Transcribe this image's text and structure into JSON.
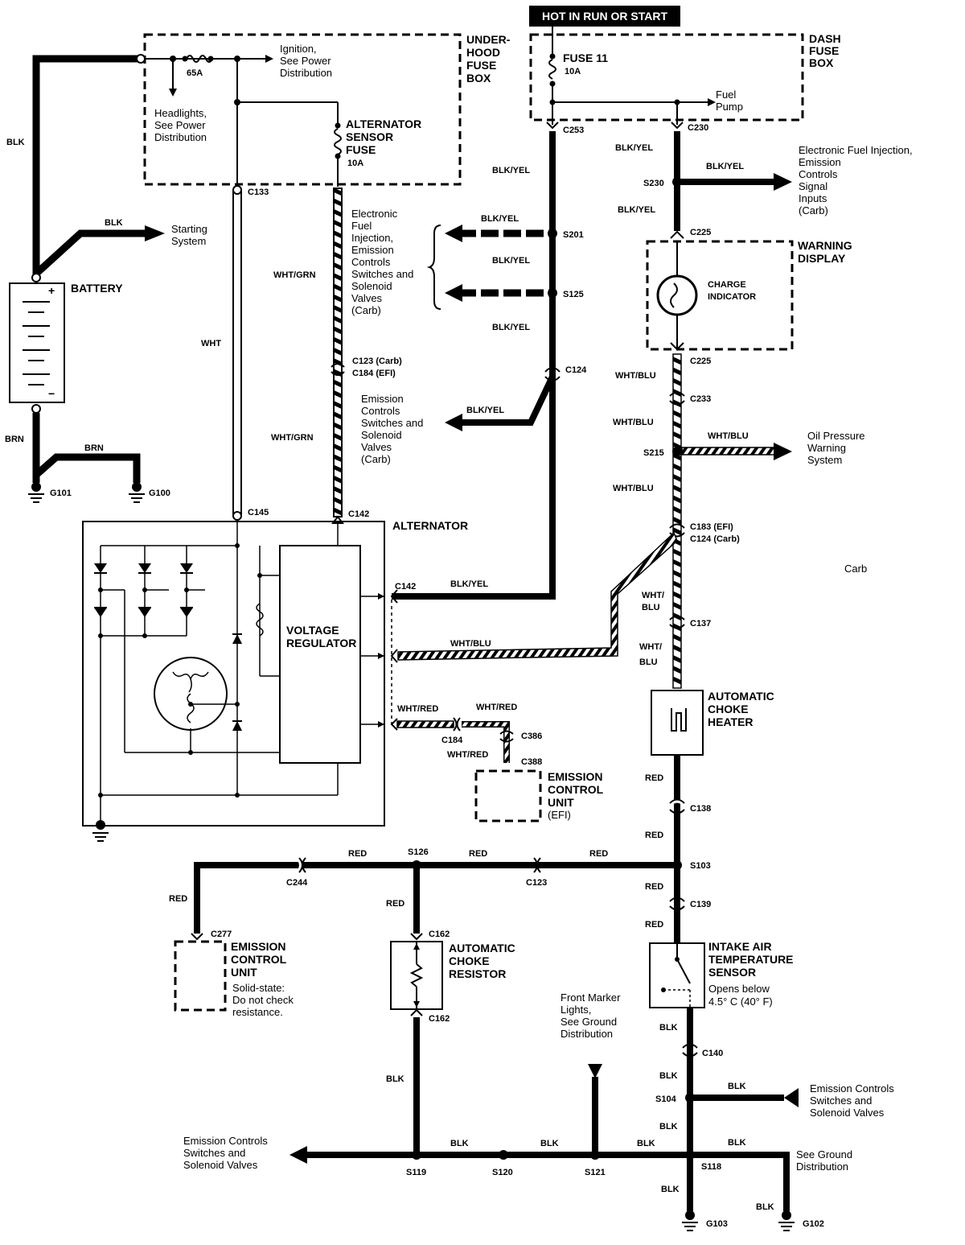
{
  "header": {
    "hot_in_run": "HOT IN RUN OR START"
  },
  "boxes": {
    "underhood": [
      "UNDER-",
      "HOOD",
      "FUSE",
      "BOX"
    ],
    "dash": [
      "DASH",
      "FUSE",
      "BOX"
    ],
    "warning_display": [
      "WARNING",
      "DISPLAY"
    ],
    "charge_indicator": [
      "CHARGE",
      "INDICATOR"
    ],
    "alternator": "ALTERNATOR",
    "voltage_regulator": [
      "VOLTAGE",
      "REGULATOR"
    ],
    "battery": "BATTERY",
    "auto_choke_heater": [
      "AUTOMATIC",
      "CHOKE",
      "HEATER"
    ],
    "ecu_efi": [
      "EMISSION",
      "CONTROL",
      "UNIT",
      "(EFI)"
    ],
    "ecu_277": [
      "EMISSION",
      "CONTROL",
      "UNIT"
    ],
    "ecu_277_note": [
      "Solid-state:",
      "Do not check",
      "resistance."
    ],
    "choke_resistor": [
      "AUTOMATIC",
      "CHOKE",
      "RESISTOR"
    ],
    "iat_sensor": [
      "INTAKE AIR",
      "TEMPERATURE",
      "SENSOR"
    ],
    "iat_note": [
      "Opens below",
      "4.5°  C (40°  F)"
    ]
  },
  "fuses": {
    "f65": "65A",
    "alt_sensor": [
      "ALTERNATOR",
      "SENSOR",
      "FUSE",
      "10A"
    ],
    "fuse11": "FUSE 11",
    "fuse11_amp": "10A"
  },
  "notes": {
    "ignition": [
      "Ignition,",
      "See Power",
      "Distribution"
    ],
    "headlights": [
      "Headlights,",
      "See Power",
      "Distribution"
    ],
    "starting": [
      "Starting",
      "System"
    ],
    "fuel_pump": [
      "Fuel",
      "Pump"
    ],
    "efi_inputs": [
      "Electronic Fuel Injection,",
      "Emission",
      "Controls",
      "Signal",
      "Inputs",
      "(Carb)"
    ],
    "efi_switches": [
      "Electronic",
      "Fuel",
      "Injection,",
      "Emission",
      "Controls",
      "Switches and",
      "Solenoid",
      "Valves",
      "(Carb)"
    ],
    "emission_switches": [
      "Emission",
      "Controls",
      "Switches and",
      "Solenoid",
      "Valves",
      "(Carb)"
    ],
    "oil_pressure": [
      "Oil Pressure",
      "Warning",
      "System"
    ],
    "carb": "Carb",
    "front_marker": [
      "Front Marker",
      "Lights,",
      "See Ground",
      "Distribution"
    ],
    "emission_right": [
      "Emission Controls",
      "Switches and",
      "Solenoid Valves"
    ],
    "emission_left": [
      "Emission Controls",
      "Switches and",
      "Solenoid Valves"
    ],
    "see_ground": [
      "See Ground",
      "Distribution"
    ]
  },
  "wires": {
    "blk": "BLK",
    "brn": "BRN",
    "brn_vert": "BRN",
    "wht": "WHT",
    "wht_grn": "WHT/GRN",
    "blk_yel": "BLK/YEL",
    "wht_blu": "WHT/BLU",
    "wht_blu_split": [
      "WHT/",
      "BLU"
    ],
    "wht_red": "WHT/RED",
    "red": "RED"
  },
  "connectors": {
    "c133": "C133",
    "c145": "C145",
    "c142": "C142",
    "c123_184": [
      "C123 (Carb)",
      "C184 (EFI)"
    ],
    "c253": "C253",
    "c230": "C230",
    "s230": "S230",
    "c225": "C225",
    "s201": "S201",
    "s125": "S125",
    "c124": "C124",
    "c233": "C233",
    "s215": "S215",
    "c183_124": [
      "C183 (EFI)",
      "C124 (Carb)"
    ],
    "c137": "C137",
    "c184": "C184",
    "c386": "C386",
    "c388": "C388",
    "c138": "C138",
    "s103": "S103",
    "c139": "C139",
    "s126": "S126",
    "c244": "C244",
    "c123": "C123",
    "c277": "C277",
    "c162": "C162",
    "c140": "C140",
    "s104": "S104",
    "s119": "S119",
    "s120": "S120",
    "s121": "S121",
    "s118": "S118",
    "g101": "G101",
    "g100": "G100",
    "g103": "G103",
    "g102": "G102"
  }
}
